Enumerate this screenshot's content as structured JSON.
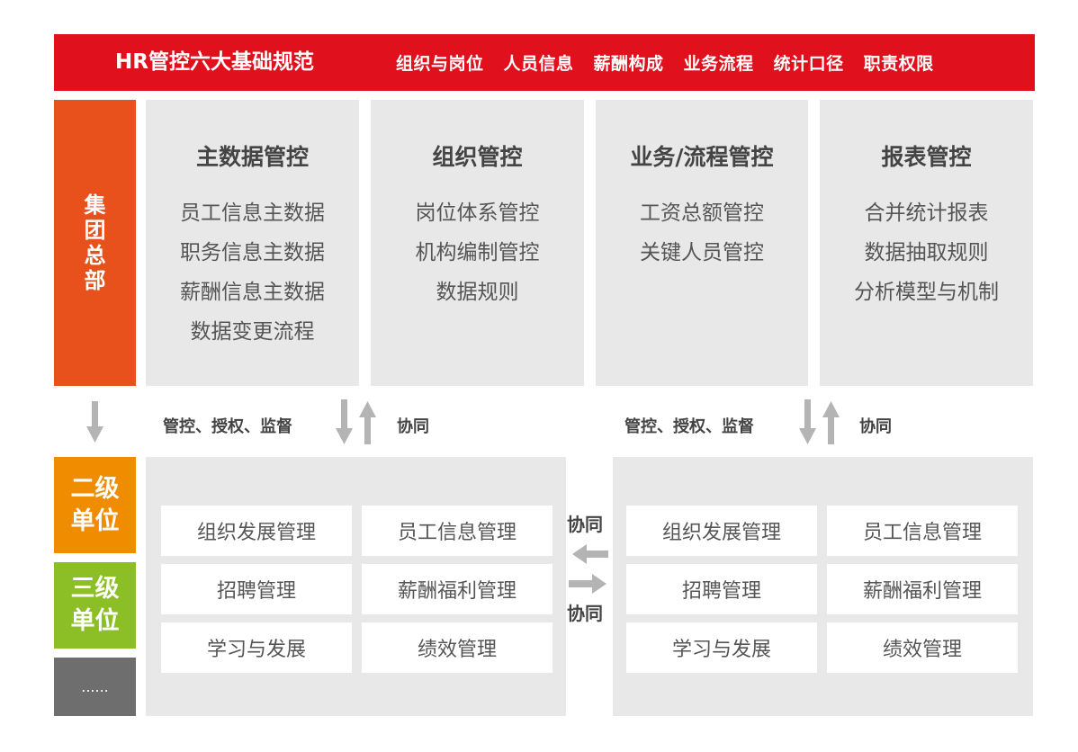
{
  "banner": {
    "title": "HR管控六大基础规范",
    "items": [
      "组织与岗位",
      "人员信息",
      "薪酬构成",
      "业务流程",
      "统计口径",
      "职责权限"
    ]
  },
  "levels": {
    "hq": "集团总部",
    "second": "二级单位",
    "third": "三级单位",
    "more": "......"
  },
  "panels": [
    {
      "title": "主数据管控",
      "items": [
        "员工信息主数据",
        "职务信息主数据",
        "薪酬信息主数据",
        "数据变更流程"
      ]
    },
    {
      "title": "组织管控",
      "items": [
        "岗位体系管控",
        "机构编制管控",
        "数据规则"
      ]
    },
    {
      "title": "业务/流程管控",
      "items": [
        "工资总额管控",
        "关键人员管控"
      ]
    },
    {
      "title": "报表管控",
      "items": [
        "合并统计报表",
        "数据抽取规则",
        "分析模型与机制"
      ]
    }
  ],
  "relations": {
    "control": "管控、授权、监督",
    "sync": "协同"
  },
  "groups": [
    {
      "cells": [
        "组织发展管理",
        "员工信息管理",
        "招聘管理",
        "薪酬福利管理",
        "学习与发展",
        "绩效管理"
      ]
    },
    {
      "cells": [
        "组织发展管理",
        "员工信息管理",
        "招聘管理",
        "薪酬福利管理",
        "学习与发展",
        "绩效管理"
      ]
    }
  ],
  "colors": {
    "banner": "#e0101c",
    "hq": "#e8501c",
    "second": "#f08c00",
    "third": "#8cbf26",
    "more": "#6e6e6e",
    "panel": "#e8e8e8",
    "arrow": "#b4b4b4"
  }
}
